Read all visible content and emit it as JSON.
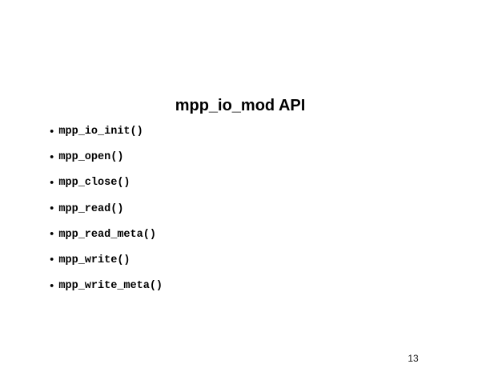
{
  "slide": {
    "title": "mpp_io_mod API",
    "bullets": [
      "mpp_io_init()",
      "mpp_open()",
      "mpp_close()",
      "mpp_read()",
      "mpp_read_meta()",
      "mpp_write()",
      "mpp_write_meta()"
    ],
    "page_number": "13",
    "icons": {
      "bullet": "●"
    },
    "colors": {
      "background": "#ffffff",
      "text": "#000000"
    }
  }
}
